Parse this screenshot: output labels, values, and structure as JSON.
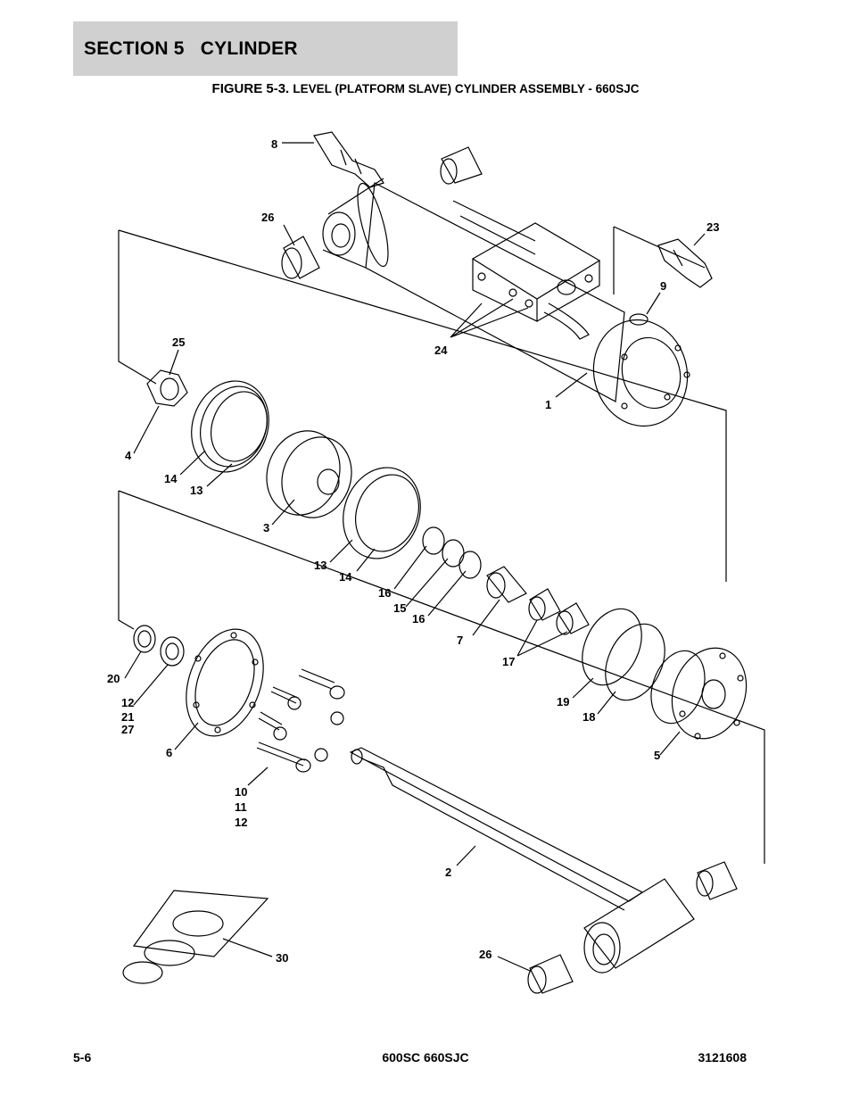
{
  "header": {
    "section_title": "SECTION 5   CYLINDER"
  },
  "figure": {
    "number": "FIGURE 5-3.",
    "caption": "LEVEL (PLATFORM SLAVE) CYLINDER ASSEMBLY - 660SJC"
  },
  "callouts": [
    {
      "id": "c8",
      "label": "8"
    },
    {
      "id": "c26a",
      "label": "26"
    },
    {
      "id": "c23",
      "label": "23"
    },
    {
      "id": "c9",
      "label": "9"
    },
    {
      "id": "c25",
      "label": "25"
    },
    {
      "id": "c24",
      "label": "24"
    },
    {
      "id": "c1",
      "label": "1"
    },
    {
      "id": "c4",
      "label": "4"
    },
    {
      "id": "c14a",
      "label": "14"
    },
    {
      "id": "c13a",
      "label": "13"
    },
    {
      "id": "c3",
      "label": "3"
    },
    {
      "id": "c13b",
      "label": "13"
    },
    {
      "id": "c14b",
      "label": "14"
    },
    {
      "id": "c16a",
      "label": "16"
    },
    {
      "id": "c15",
      "label": "15"
    },
    {
      "id": "c16b",
      "label": "16"
    },
    {
      "id": "c7",
      "label": "7"
    },
    {
      "id": "c17",
      "label": "17"
    },
    {
      "id": "c20",
      "label": "20"
    },
    {
      "id": "c12a",
      "label": "12"
    },
    {
      "id": "c21",
      "label": "21"
    },
    {
      "id": "c27",
      "label": "27"
    },
    {
      "id": "c6",
      "label": "6"
    },
    {
      "id": "c19",
      "label": "19"
    },
    {
      "id": "c18",
      "label": "18"
    },
    {
      "id": "c5",
      "label": "5"
    },
    {
      "id": "c10",
      "label": "10"
    },
    {
      "id": "c11",
      "label": "11"
    },
    {
      "id": "c12b",
      "label": "12"
    },
    {
      "id": "c2",
      "label": "2"
    },
    {
      "id": "c30",
      "label": "30"
    },
    {
      "id": "c26b",
      "label": "26"
    }
  ],
  "footer": {
    "page": "5-6",
    "model": "600SC 660SJC",
    "doc_number": "3121608"
  }
}
